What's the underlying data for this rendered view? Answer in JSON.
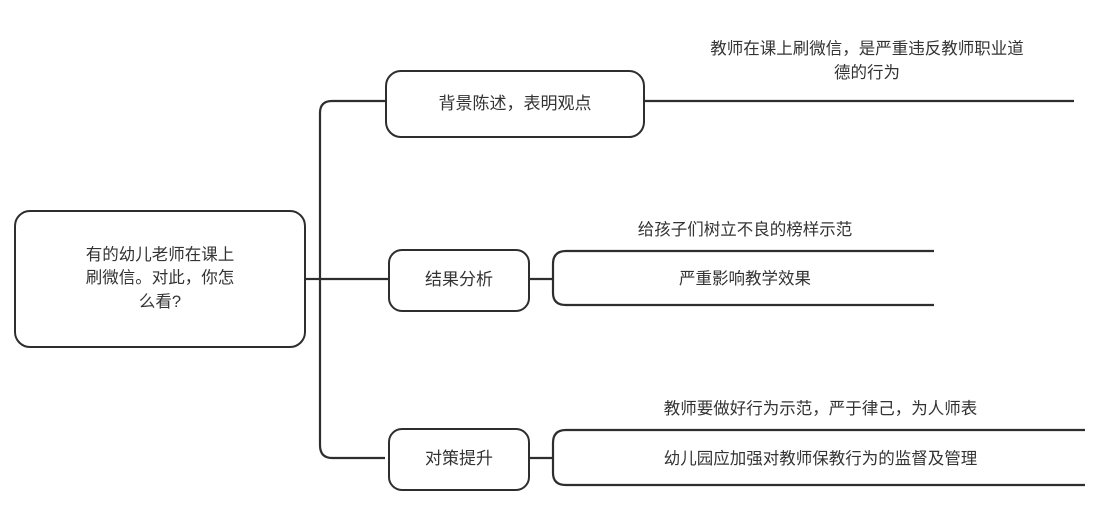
{
  "diagram": {
    "type": "mind-map",
    "title": "",
    "orientation": "left-to-right",
    "colors": {
      "background": "#ffffff",
      "stroke": "#2e2e2e",
      "text": "#333333"
    },
    "root": {
      "label": "有的幼儿老师在课上\n刷微信。对此，你怎\n么看?"
    },
    "branches": [
      {
        "label": "背景陈述，表明观点",
        "leaves": [
          {
            "label": "教师在课上刷微信，是严重违反教师职业道\n德的行为"
          }
        ]
      },
      {
        "label": "结果分析",
        "leaves": [
          {
            "label": "给孩子们树立不良的榜样示范"
          },
          {
            "label": "严重影响教学效果"
          }
        ]
      },
      {
        "label": "对策提升",
        "leaves": [
          {
            "label": "教师要做好行为示范，严于律己，为人师表"
          },
          {
            "label": "幼儿园应加强对教师保教行为的监督及管理"
          }
        ]
      }
    ]
  }
}
